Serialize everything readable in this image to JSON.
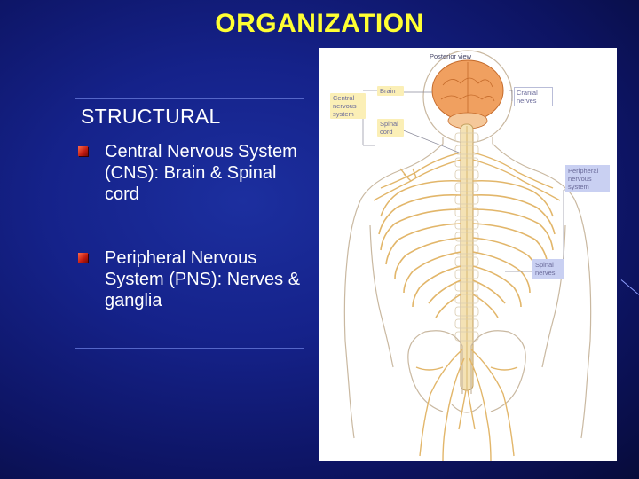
{
  "slide": {
    "title": "ORGANIZATION",
    "heading": "STRUCTURAL",
    "bullets": [
      {
        "text": "Central Nervous System (CNS): Brain & Spinal cord"
      },
      {
        "text": "Peripheral Nervous System (PNS): Nerves & ganglia"
      }
    ]
  },
  "figure": {
    "view_label": "Posterior view",
    "labels": {
      "cns": "Central nervous system",
      "brain": "Brain",
      "spinal_cord": "Spinal cord",
      "cranial_nerves": "Cranial nerves",
      "pns": "Peripheral nervous system",
      "spinal_nerves": "Spinal nerves"
    }
  },
  "colors": {
    "title": "#ffff33",
    "text": "#ffffff",
    "background": "#15228a",
    "bullet": "#c01a10",
    "brain": "#f0a060",
    "nerve": "#e8c080"
  }
}
